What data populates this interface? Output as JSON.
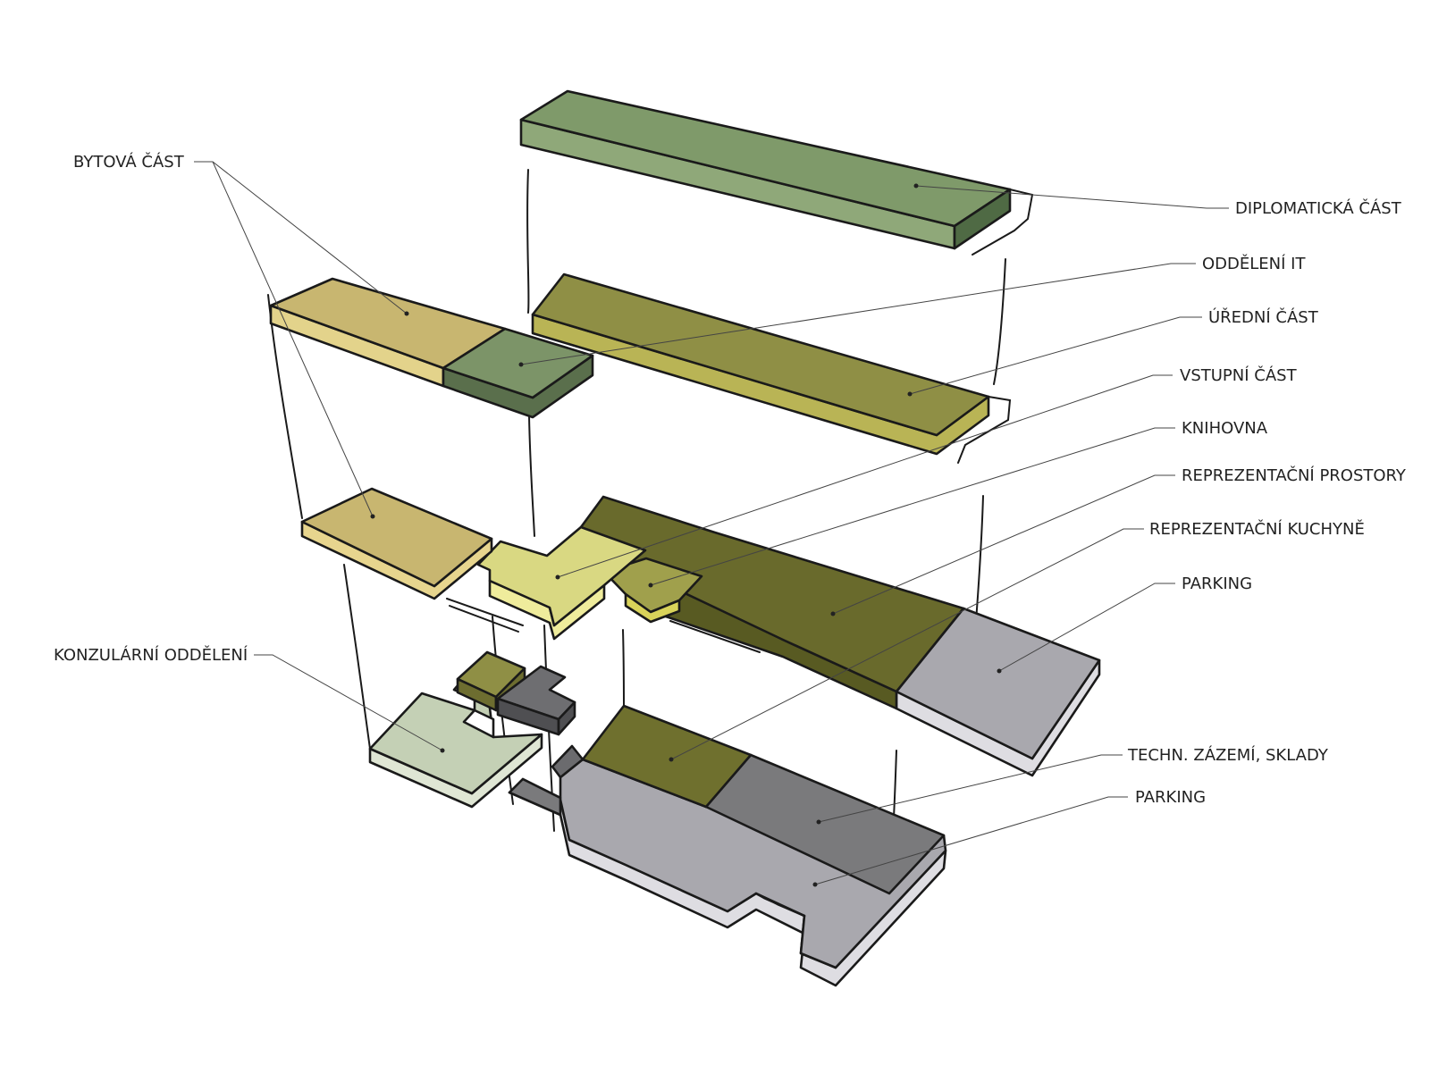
{
  "labels": {
    "bytova_cast": "BYTOVÁ ČÁST",
    "diplomaticka_cast": "DIPLOMATICKÁ ČÁST",
    "oddeleni_it": "ODDĚLENÍ IT",
    "uredni_cast": "ÚŘEDNÍ ČÁST",
    "vstupni_cast": "VSTUPNÍ ČÁST",
    "knihovna": "KNIHOVNA",
    "reprezentacni_prostory": "REPREZENTAČNÍ PROSTORY",
    "reprezentacni_kuchyne": "REPREZENTAČNÍ KUCHYNĚ",
    "parking_upper": "PARKING",
    "konzularni_oddeleni": "KONZULÁRNÍ ODDĚLENÍ",
    "techn_zazemi_sklady": "TECHN. ZÁZEMÍ, SKLADY",
    "parking_lower": "PARKING"
  },
  "colors": {
    "diplomaticka": "#7f9a6a",
    "oddeleni_it": "#7c9468",
    "uredni": "#8f8f45",
    "bytova": "#c8b670",
    "vstupni": "#d9d882",
    "knihovna": "#a0a04c",
    "reprezentacni": "#696a2c",
    "kuchyne": "#6f702e",
    "parking": "#a9a8ae",
    "techn_zazemi": "#7a7a7c",
    "konzularni": "#c4d0b5"
  }
}
